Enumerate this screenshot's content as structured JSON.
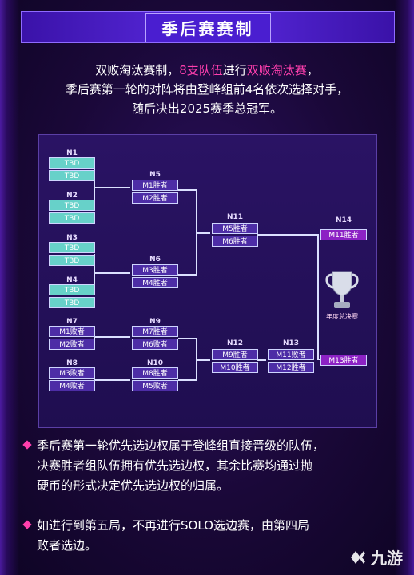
{
  "title": "季后赛赛制",
  "intro": {
    "line1_a": "双败淘汰赛制，",
    "line1_b": "8支队伍",
    "line1_c": "进行",
    "line1_d": "双败淘汰赛",
    "line1_e": "，",
    "line2": "季后赛第一轮的对阵将由登峰组前4名依次选择对手，",
    "line3": "随后决出2025赛季总冠军。"
  },
  "bracket": {
    "matches": [
      {
        "label": "N1",
        "slots": [
          "TBD",
          "TBD"
        ]
      },
      {
        "label": "N2",
        "slots": [
          "TBD",
          "TBD"
        ]
      },
      {
        "label": "N3",
        "slots": [
          "TBD",
          "TBD"
        ]
      },
      {
        "label": "N4",
        "slots": [
          "TBD",
          "TBD"
        ]
      },
      {
        "label": "N5",
        "slots": [
          "M1胜者",
          "M2胜者"
        ]
      },
      {
        "label": "N6",
        "slots": [
          "M3胜者",
          "M4胜者"
        ]
      },
      {
        "label": "N7",
        "slots": [
          "M1败者",
          "M2败者"
        ]
      },
      {
        "label": "N8",
        "slots": [
          "M3败者",
          "M4败者"
        ]
      },
      {
        "label": "N9",
        "slots": [
          "M7胜者",
          "M6败者"
        ]
      },
      {
        "label": "N10",
        "slots": [
          "M8胜者",
          "M5败者"
        ]
      },
      {
        "label": "N11",
        "slots": [
          "M5胜者",
          "M6胜者"
        ]
      },
      {
        "label": "N12",
        "slots": [
          "M9胜者",
          "M10胜者"
        ]
      },
      {
        "label": "N13",
        "slots": [
          "M11败者",
          "M12胜者"
        ]
      },
      {
        "label": "N14",
        "slots": [
          "M11胜者",
          "M13胜者"
        ]
      }
    ],
    "trophy_label": "年度总决赛"
  },
  "notes": [
    {
      "lines": [
        "季后赛第一轮优先选边权属于登峰组直接晋级的队伍，",
        "决赛胜者组队伍拥有优先选边权，其余比赛均通过抛",
        "硬币的形式决定优先选边权的归属。"
      ]
    },
    {
      "lines": [
        "如进行到第五局，不再进行SOLO选边赛，由第四局",
        "败者选边。"
      ]
    }
  ],
  "logo": "九游",
  "colors": {
    "accent": "#ff3fae",
    "tbd": "#67d1c9",
    "box": "#4d2da6",
    "final": "#8c22c4"
  }
}
